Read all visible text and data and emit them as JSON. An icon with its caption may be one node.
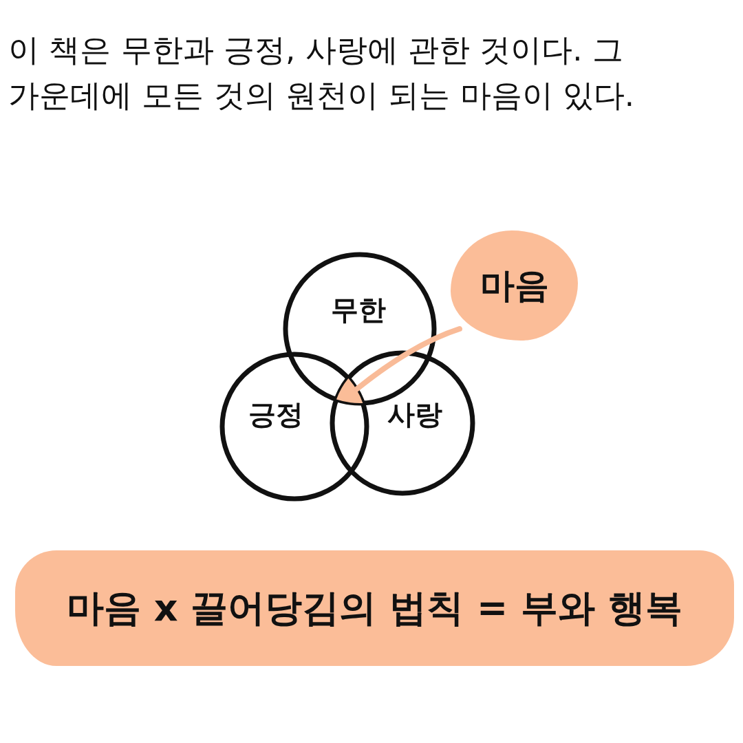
{
  "diagram": {
    "title": "이 책은 무한과 긍정, 사랑에 관한 것이다. 그 가운데에 모든 것의 원천이 되는 마음이 있다.",
    "nodes": [
      {
        "text": [
          "무한"
        ]
      },
      {
        "text": [
          "긍정"
        ]
      },
      {
        "text": [
          "사랑"
        ]
      },
      {
        "text": [
          "마음"
        ]
      },
      {
        "text": [],
        "shape": "triangle"
      },
      {
        "text": [
          "마음 x 끌어당김의 법칙 = 부와 행복"
        ]
      }
    ],
    "edges": [
      {
        "from": 3,
        "to": 4,
        "arrow": "none",
        "color": "#f9bb98"
      }
    ]
  }
}
